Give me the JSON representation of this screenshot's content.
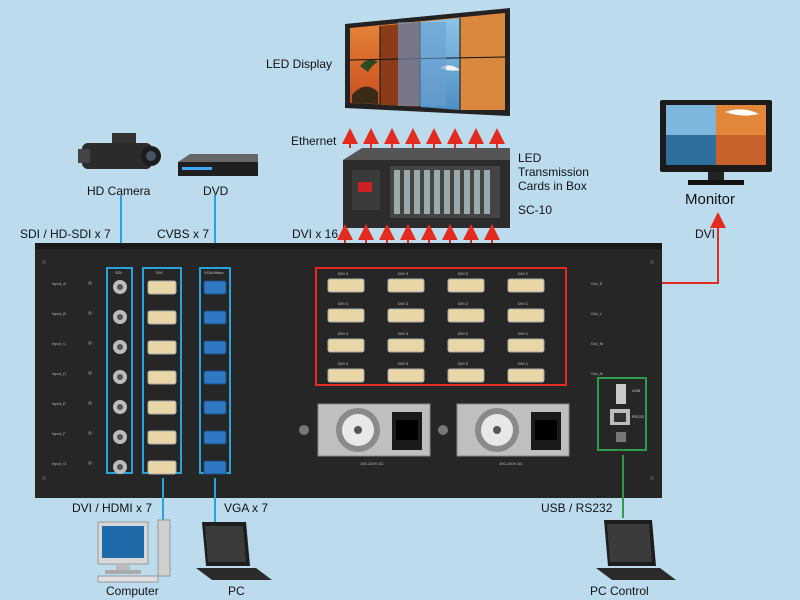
{
  "labels": {
    "led_display": "LED Display",
    "ethernet": "Ethernet",
    "led_cards": [
      "LED",
      "Transmission",
      "Cards in Box"
    ],
    "sc10": "SC-10",
    "monitor": "Monitor",
    "hd_camera": "HD Camera",
    "dvd": "DVD",
    "sdi_count": "SDI / HD-SDI x 7",
    "cvbs_count": "CVBS x 7",
    "dvi_count": "DVI x 16",
    "dvi_out": "DVI",
    "dvi_hdmi_count": "DVI / HDMI x 7",
    "vga_count": "VGA x 7",
    "usb_rs232": "USB / RS232",
    "computer": "Computer",
    "pc": "PC",
    "pc_control": "PC Control"
  },
  "panel": {
    "input_labels": [
      "Input_A",
      "Input_B",
      "Input_C",
      "Input_D",
      "Input_E",
      "Input_F",
      "Input_G"
    ],
    "output_labels": [
      "Out_K",
      "Out_L",
      "Out_M",
      "Out_N"
    ],
    "sdi_header": "SDI",
    "dvi_header": "DVI",
    "vga_header": "VGA/Video",
    "dvi_out_names": [
      "DVI 4",
      "DVI 3",
      "DVI 2",
      "DVI 1"
    ],
    "psu_label": "100-240V AC",
    "usb_label": "USB",
    "rs232_label": "RS232"
  },
  "colors": {
    "background": "#bcdcee",
    "panel": "#262626",
    "red_arrow": "#e32b1f",
    "blue_line": "#2aa0dd",
    "green_line": "#2f9b4a"
  }
}
